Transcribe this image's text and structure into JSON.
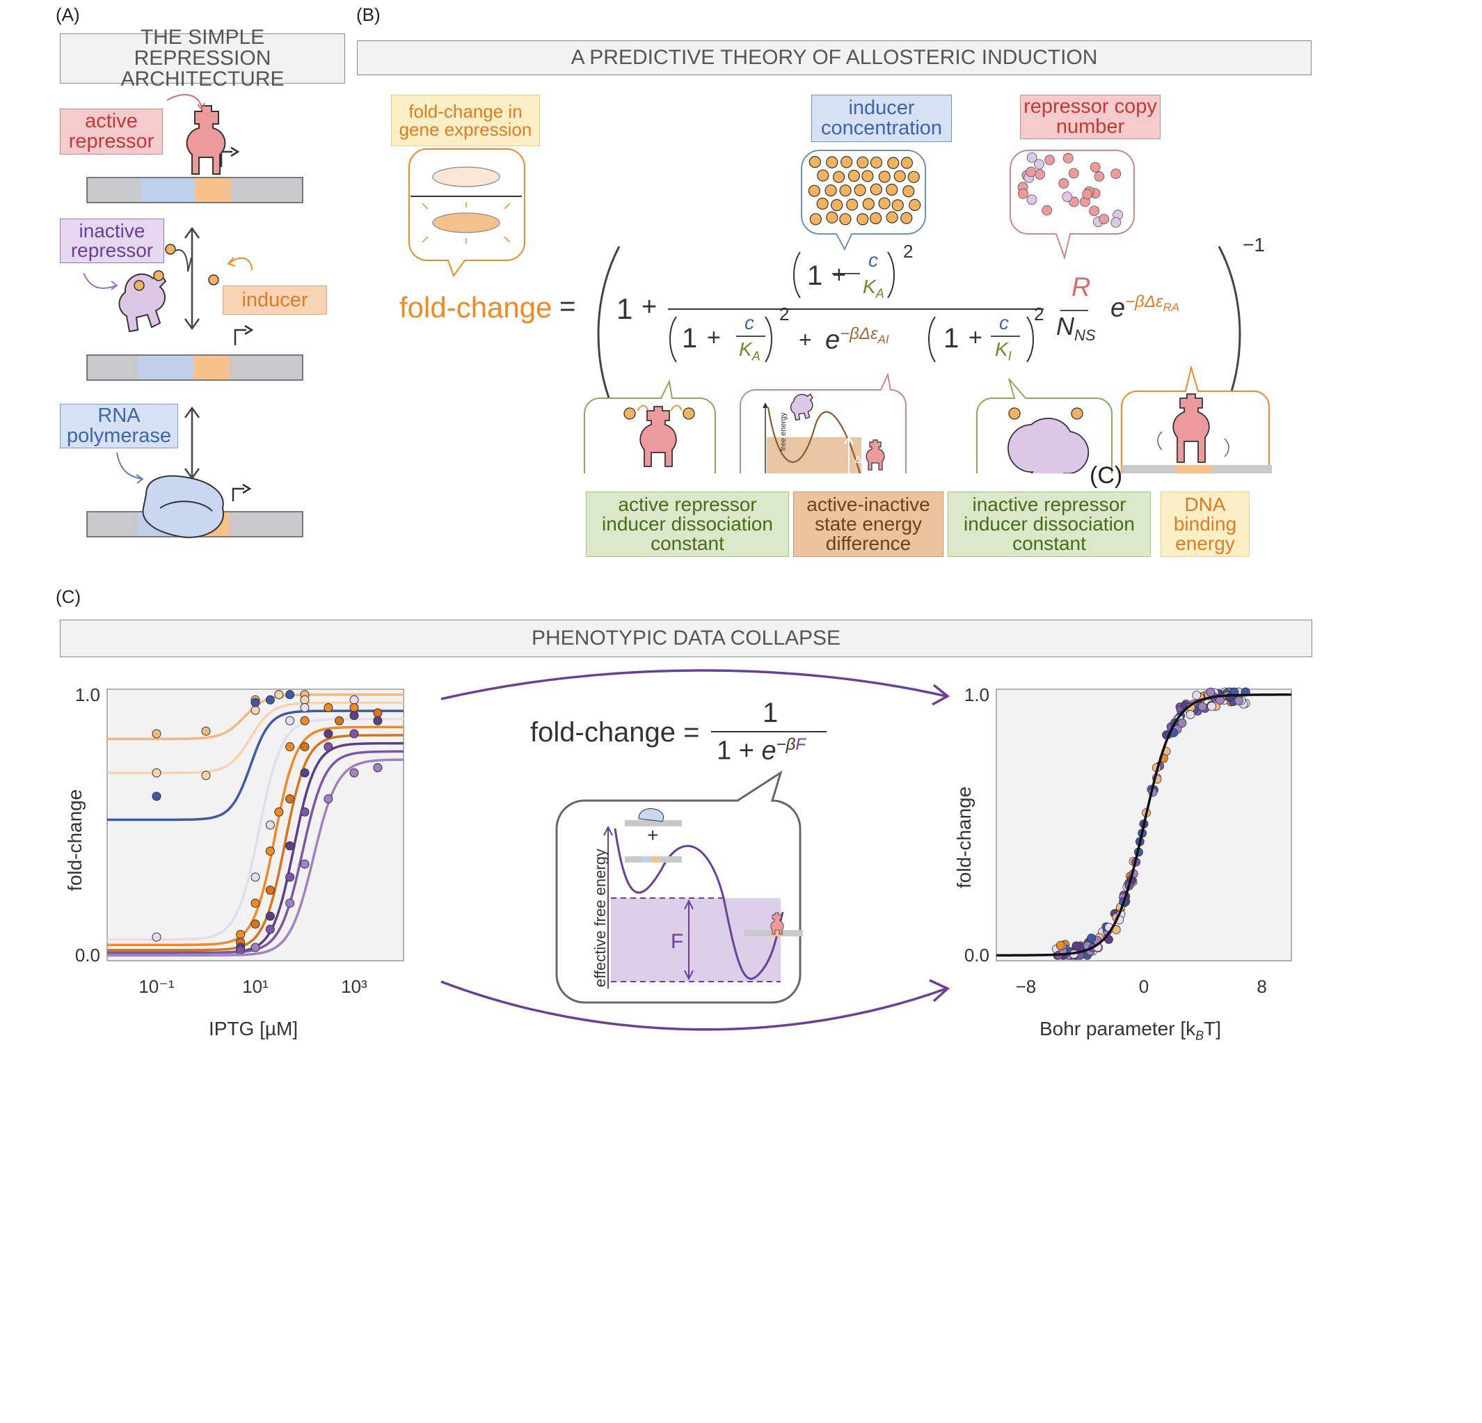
{
  "panels": {
    "a": "(A)",
    "b": "(B)",
    "c": "(C)",
    "c_stray": "(C)"
  },
  "headers": {
    "a": "THE SIMPLE REPRESSION ARCHITECTURE",
    "b": "A PREDICTIVE THEORY OF ALLOSTERIC INDUCTION",
    "c": "PHENOTYPIC DATA COLLAPSE"
  },
  "panel_a": {
    "active_repressor": "active repressor",
    "inactive_repressor": "inactive repressor",
    "inducer": "inducer",
    "rna_polymerase": "RNA polymerase"
  },
  "panel_b": {
    "fold_change_in_gene_expression": "fold-change in gene expression",
    "inducer_concentration": "inducer concentration",
    "repressor_copy_number": "repressor copy number",
    "fold_change": "fold-change",
    "equals": "=",
    "one": "1",
    "plus": "+",
    "c": "c",
    "K_A": "K",
    "K_A_sub": "A",
    "K_I": "K",
    "K_I_sub": "I",
    "R": "R",
    "N": "N",
    "N_sub": "NS",
    "e": "e",
    "exp_AI": "−βΔε",
    "exp_AI_sub": "AI",
    "exp_RA": "−βΔε",
    "exp_RA_sub": "RA",
    "power2": "2",
    "power_neg1": "−1",
    "free_energy": "free energy",
    "delta": "Δ",
    "labels": {
      "ka": "active repressor inducer dissociation constant",
      "ai": "active-inactive state energy difference",
      "ki": "inactive repressor inducer dissociation constant",
      "dna": "DNA binding energy"
    }
  },
  "panel_c": {
    "eq_lhs": "fold-change =",
    "eq_num": "1",
    "eq_den_1": "1 + ",
    "eq_den_e": "e",
    "eq_den_exp": "−β",
    "eq_den_F": "F",
    "effective_free_energy": "effective free energy",
    "F": "F",
    "plus": "+"
  },
  "chart_data": [
    {
      "type": "line",
      "xlabel": "IPTG [µM]",
      "ylabel": "fold-change",
      "xscale": "log",
      "xlim": [
        0.01,
        10000
      ],
      "ylim": [
        0,
        1
      ],
      "xticks": [
        "10⁻¹",
        "10¹",
        "10³"
      ],
      "xtick_values": [
        0.1,
        10,
        1000
      ],
      "yticks": [
        "0.0",
        "1.0"
      ],
      "ytick_values": [
        0,
        1
      ],
      "series": [
        {
          "color": "#f2b880",
          "leak": 0.83,
          "ec50": 6,
          "n": 2.0,
          "points": [
            [
              0.1,
              0.85
            ],
            [
              1,
              0.86
            ],
            [
              10,
              0.98
            ],
            [
              30,
              1.0
            ],
            [
              100,
              1.0
            ]
          ]
        },
        {
          "color": "#f7d3b0",
          "leak": 0.7,
          "ec50": 8,
          "n": 2.0,
          "points": [
            [
              0.1,
              0.7
            ],
            [
              1,
              0.69
            ],
            [
              10,
              0.94
            ],
            [
              30,
              1.0
            ],
            [
              100,
              0.98
            ]
          ]
        },
        {
          "color": "#3b5ba7",
          "leak": 0.52,
          "ec50": 8,
          "n": 2.2,
          "points": [
            [
              0.1,
              0.61
            ],
            [
              10,
              0.97
            ],
            [
              20,
              0.98
            ],
            [
              50,
              1.0
            ]
          ]
        },
        {
          "color": "#e4dcef",
          "leak": 0.06,
          "ec50": 12,
          "n": 1.9,
          "points": [
            [
              0.1,
              0.07
            ],
            [
              10,
              0.3
            ],
            [
              20,
              0.5
            ],
            [
              50,
              0.9
            ],
            [
              100,
              0.95
            ],
            [
              1000,
              0.98
            ]
          ]
        },
        {
          "color": "#f08a24",
          "leak": 0.04,
          "ec50": 25,
          "n": 2.0,
          "points": [
            [
              5,
              0.08
            ],
            [
              10,
              0.2
            ],
            [
              20,
              0.4
            ],
            [
              30,
              0.55
            ],
            [
              50,
              0.8
            ],
            [
              100,
              0.9
            ],
            [
              300,
              0.95
            ],
            [
              1000,
              0.95
            ]
          ]
        },
        {
          "color": "#d9731c",
          "leak": 0.02,
          "ec50": 40,
          "n": 2.0,
          "points": [
            [
              5,
              0.05
            ],
            [
              10,
              0.12
            ],
            [
              20,
              0.25
            ],
            [
              50,
              0.6
            ],
            [
              100,
              0.8
            ],
            [
              500,
              0.9
            ],
            [
              3000,
              0.93
            ]
          ]
        },
        {
          "color": "#5b3f8a",
          "leak": 0.01,
          "ec50": 60,
          "n": 2.0,
          "points": [
            [
              5,
              0.03
            ],
            [
              20,
              0.15
            ],
            [
              50,
              0.42
            ],
            [
              100,
              0.7
            ],
            [
              300,
              0.85
            ],
            [
              1000,
              0.92
            ],
            [
              3000,
              0.9
            ]
          ]
        },
        {
          "color": "#7a57a8",
          "leak": 0.01,
          "ec50": 90,
          "n": 1.9,
          "points": [
            [
              5,
              0.02
            ],
            [
              20,
              0.1
            ],
            [
              50,
              0.3
            ],
            [
              100,
              0.55
            ],
            [
              300,
              0.8
            ],
            [
              1000,
              0.85
            ]
          ]
        },
        {
          "color": "#9e82c2",
          "leak": 0.0,
          "ec50": 150,
          "n": 1.8,
          "points": [
            [
              10,
              0.03
            ],
            [
              50,
              0.2
            ],
            [
              100,
              0.35
            ],
            [
              300,
              0.6
            ],
            [
              1000,
              0.7
            ],
            [
              3000,
              0.72
            ]
          ]
        }
      ]
    },
    {
      "type": "scatter",
      "xlabel": "Bohr parameter [k",
      "xlabel_sub": "B",
      "xlabel_end": "T]",
      "ylabel": "fold-change",
      "xlim": [
        -10,
        10
      ],
      "ylim": [
        0,
        1
      ],
      "xticks": [
        "−8",
        "0",
        "8"
      ],
      "xtick_values": [
        -8,
        0,
        8
      ],
      "yticks": [
        "0.0",
        "1.0"
      ],
      "ytick_values": [
        0,
        1
      ],
      "curve": "1/(1+exp(-x))",
      "colors": [
        "#f2b880",
        "#f08a24",
        "#7a57a8",
        "#5b3f8a",
        "#3b5ba7",
        "#e4dcef",
        "#9e82c2"
      ]
    }
  ]
}
